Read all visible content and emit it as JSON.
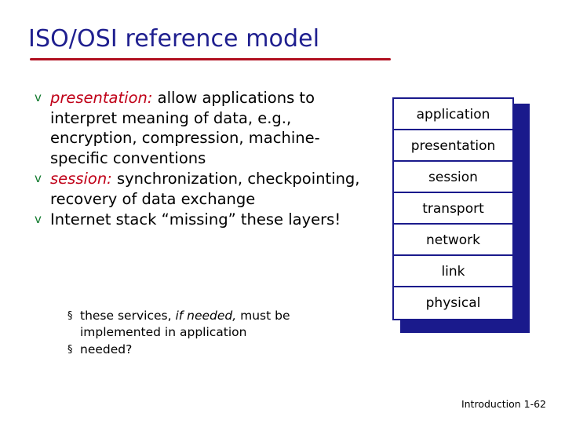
{
  "slide": {
    "title": "ISO/OSI reference model",
    "bullets": [
      {
        "marker": "v",
        "keyword": "presentation:",
        "text": " allow applications to interpret meaning of data, e.g., encryption, compression, machine-specific conventions"
      },
      {
        "marker": "v",
        "keyword": "session:",
        "text": " synchronization, checkpointing, recovery of data exchange"
      },
      {
        "marker": "v",
        "keyword": "",
        "text": "Internet stack “missing” these layers!"
      }
    ],
    "subbullets": [
      {
        "marker": "§",
        "pre": "these services, ",
        "italic": "if needed,",
        "post": " must be implemented in application"
      },
      {
        "marker": "§",
        "pre": "needed?",
        "italic": "",
        "post": ""
      }
    ],
    "stack": {
      "layers": [
        "application",
        "presentation",
        "session",
        "transport",
        "network",
        "link",
        "physical"
      ]
    },
    "footer": "Introduction 1-62",
    "colors": {
      "title": "#1f1f8f",
      "rule": "#b01020",
      "keyword": "#c00018",
      "bullet_marker": "#127a2e",
      "stack_border": "#1a1a8c"
    }
  }
}
